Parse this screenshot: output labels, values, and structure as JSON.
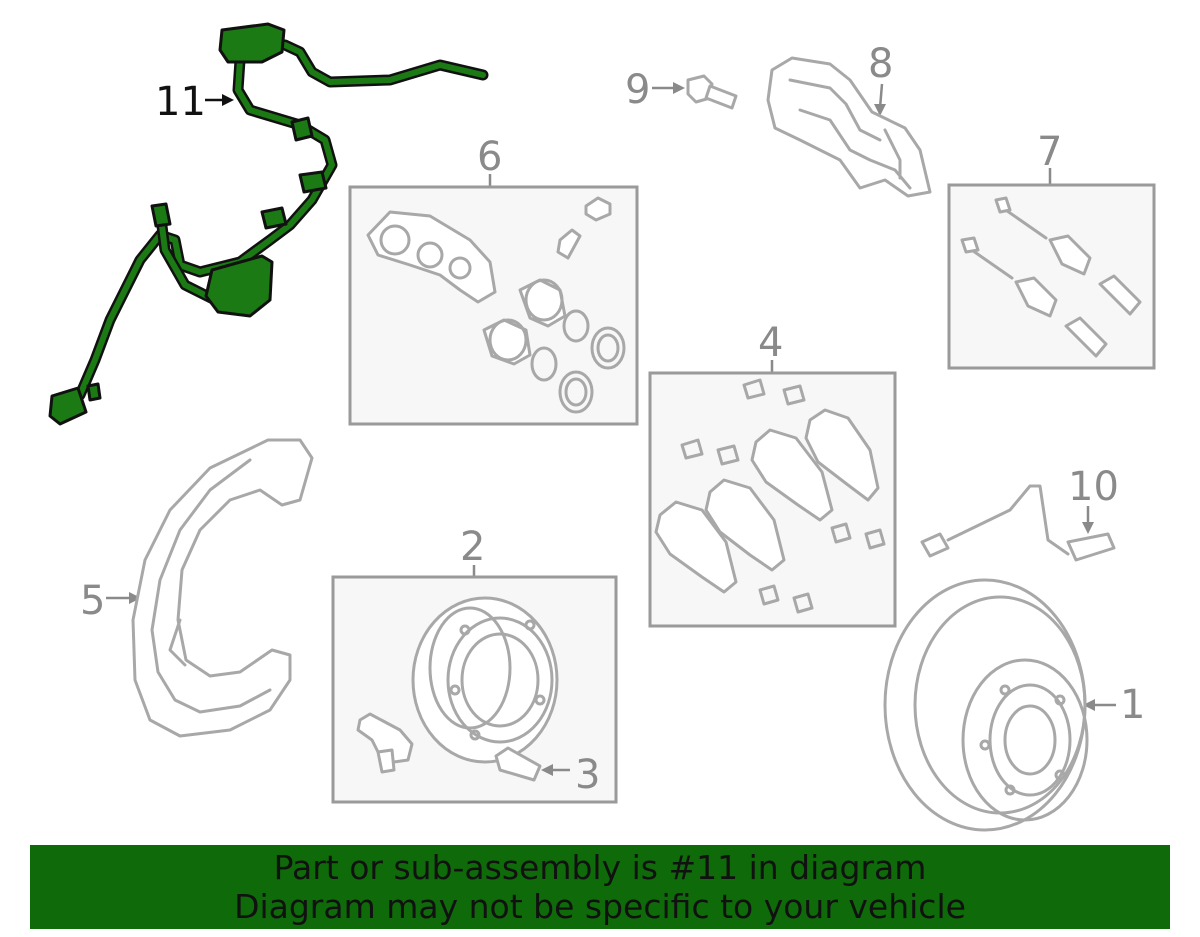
{
  "diagram": {
    "callouts": {
      "c1": "1",
      "c2": "2",
      "c3": "3",
      "c4": "4",
      "c5": "5",
      "c6": "6",
      "c7": "7",
      "c8": "8",
      "c9": "9",
      "c10": "10",
      "c11": "11"
    },
    "highlighted_part": "11",
    "colors": {
      "highlight": "#1b7a13",
      "banner": "#0f6a0a",
      "parts": "#a8a8a8"
    }
  },
  "banner": {
    "line1": "Part or sub-assembly is #11 in diagram",
    "line2": "Diagram may not be specific to your vehicle"
  }
}
